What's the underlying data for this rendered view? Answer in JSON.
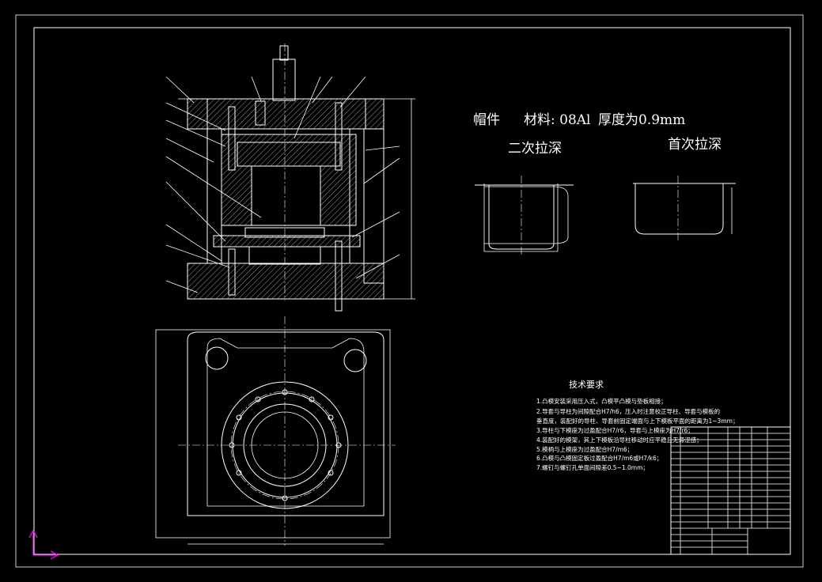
{
  "drawing": {
    "part_name": "帽件",
    "material": "材料: 08Al",
    "thickness": "厚度为0.9mm",
    "second_draw_label": "二次拉深",
    "first_draw_label": "首次拉深"
  },
  "technical_requirements": {
    "title": "技术要求",
    "items": [
      "1.凸模安装采用压入式，凸模平凸模与垫板相接；",
      "2.导套与导柱为间隙配合H7/h6，压入时注意校正导柱、导套与模板的",
      "  垂直度，装配好的导柱、导套前固定端面与上下模板平面的距离为1~3mm；",
      "3.导柱与下模座为过盈配合H7/r6，导套与上模座为H7/r6；",
      "4.装配好的模架，其上下模板沿导柱移动时应平稳且无滞涩感；",
      "5.模柄与上模座为过盈配合H7/m6；",
      "6.凸模与凸模固定板过盈配合H7/m6或H7/k6；",
      "7.螺钉与螺钉孔单面间隙差0.5~1.0mm；"
    ]
  },
  "colors": {
    "background": "#000000",
    "lines": "#ffffff",
    "ucs_axis": "#ff00ff"
  },
  "icons": {
    "ucs": "ucs-axis-icon"
  }
}
